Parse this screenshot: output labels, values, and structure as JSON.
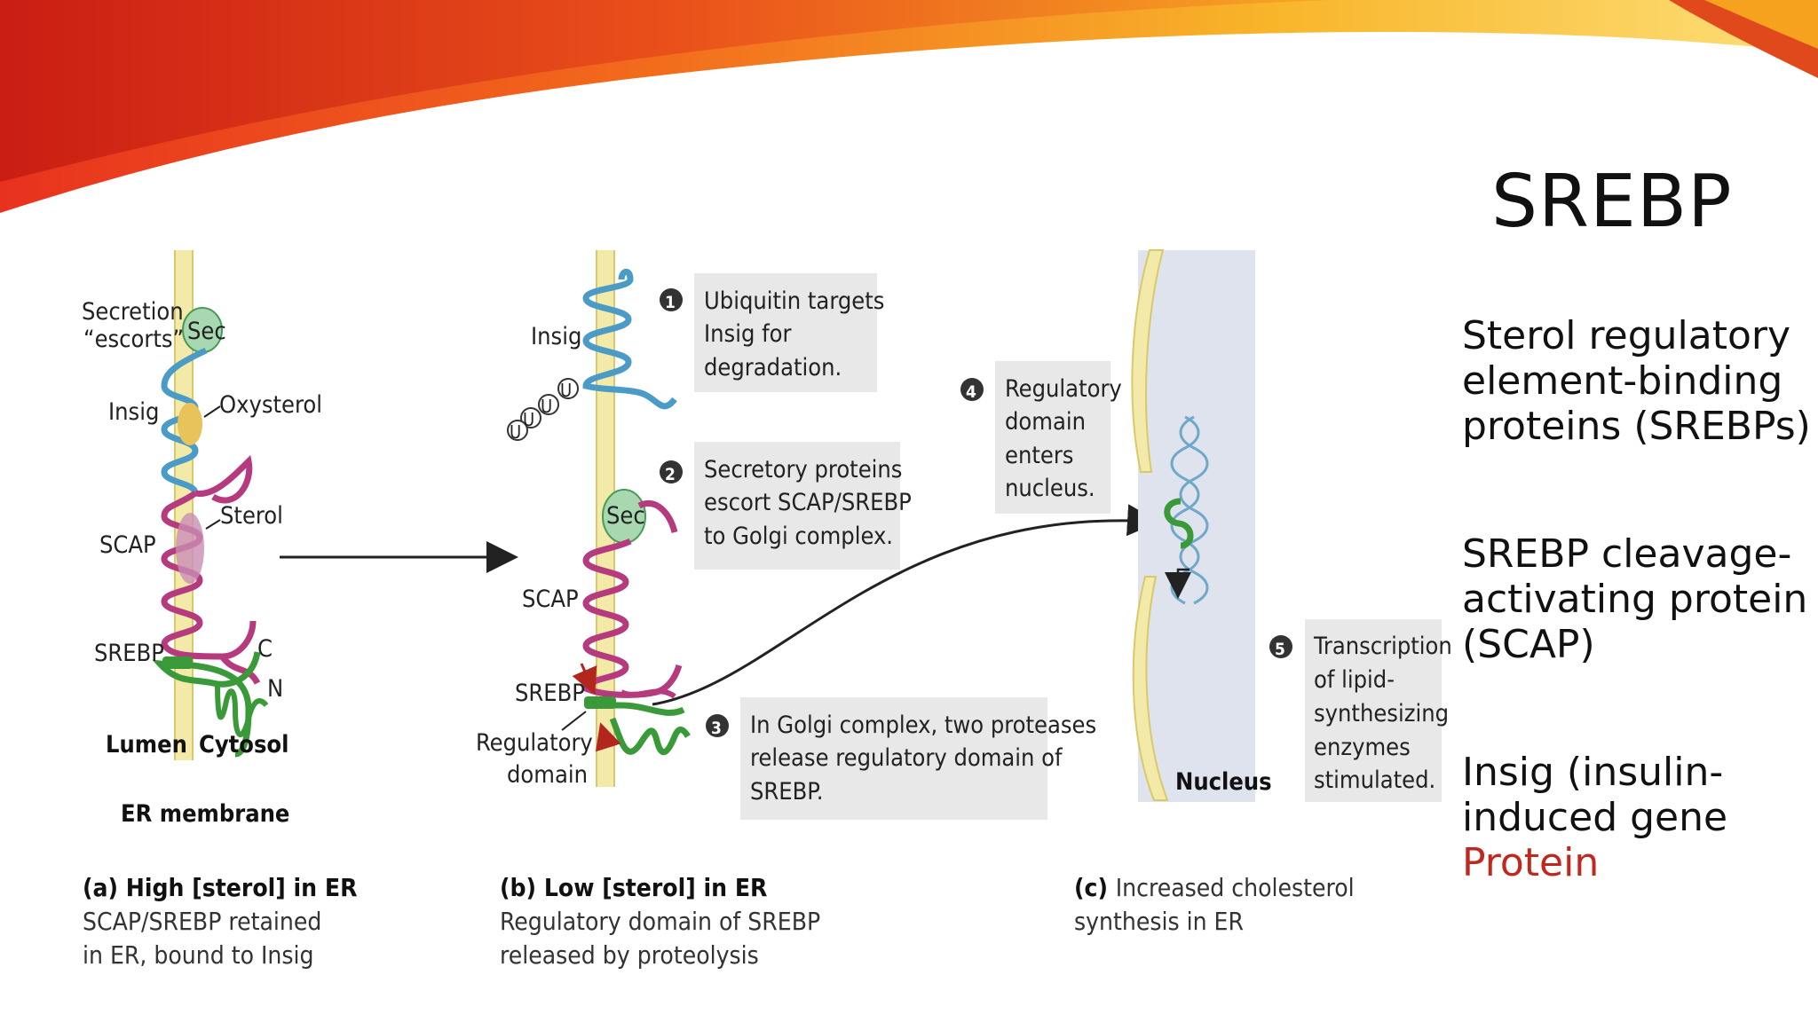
{
  "slide": {
    "title": "SREBP",
    "side_items": [
      {
        "text": "Sterol regulatory element-binding proteins (SREBPs)"
      },
      {
        "text": "SREBP cleavage-activating protein (SCAP)"
      },
      {
        "text": "Insig (insulin-induced gene",
        "accent": "Protein"
      }
    ]
  },
  "figure": {
    "panel_a": {
      "secretion_line1": "Secretion",
      "secretion_line2": "“escorts”",
      "sec": "Sec",
      "insig": "Insig",
      "oxysterol": "Oxysterol",
      "sterol": "Sterol",
      "scap": "SCAP",
      "srebp": "SREBP",
      "c_term": "C",
      "n_term": "N",
      "lumen": "Lumen",
      "cytosol": "Cytosol",
      "membrane": "ER membrane",
      "caption_label": "(a)",
      "caption_title": "High [sterol] in ER",
      "caption_line1": "SCAP/SREBP retained",
      "caption_line2": "in ER, bound to Insig"
    },
    "panel_b": {
      "insig": "Insig",
      "ubiquitin": "U",
      "sec": "Sec",
      "scap": "SCAP",
      "srebp": "SREBP",
      "regulatory1": "Regulatory",
      "regulatory2": "domain",
      "caption_label": "(b)",
      "caption_title": "Low [sterol] in ER",
      "caption_line1": "Regulatory domain of SREBP",
      "caption_line2": "released by proteolysis"
    },
    "panel_c": {
      "nucleus": "Nucleus",
      "caption_label": "(c)",
      "caption_line1": "Increased cholesterol",
      "caption_line2": "synthesis in ER"
    },
    "steps": [
      {
        "num": "1",
        "lines": [
          "Ubiquitin targets",
          "Insig for",
          "degradation."
        ]
      },
      {
        "num": "2",
        "lines": [
          "Secretory proteins",
          "escort SCAP/SREBP",
          "to Golgi complex."
        ]
      },
      {
        "num": "3",
        "lines": [
          "In Golgi complex, two proteases",
          "release regulatory domain of",
          "SREBP."
        ]
      },
      {
        "num": "4",
        "lines": [
          "Regulatory",
          "domain",
          "enters",
          "nucleus."
        ]
      },
      {
        "num": "5",
        "lines": [
          "Transcription",
          "of lipid-",
          "synthesizing",
          "enzymes",
          "stimulated."
        ]
      }
    ],
    "colors": {
      "insig": "#4a9cc7",
      "scap": "#b53a7e",
      "srebp": "#3a9a3a",
      "sec_fill": "#a8d8b0",
      "membrane": "#f3e9a8",
      "step_box": "#e8e8e8",
      "nucleus": "#dfe3ee",
      "accent_text": "#c0281e"
    }
  }
}
